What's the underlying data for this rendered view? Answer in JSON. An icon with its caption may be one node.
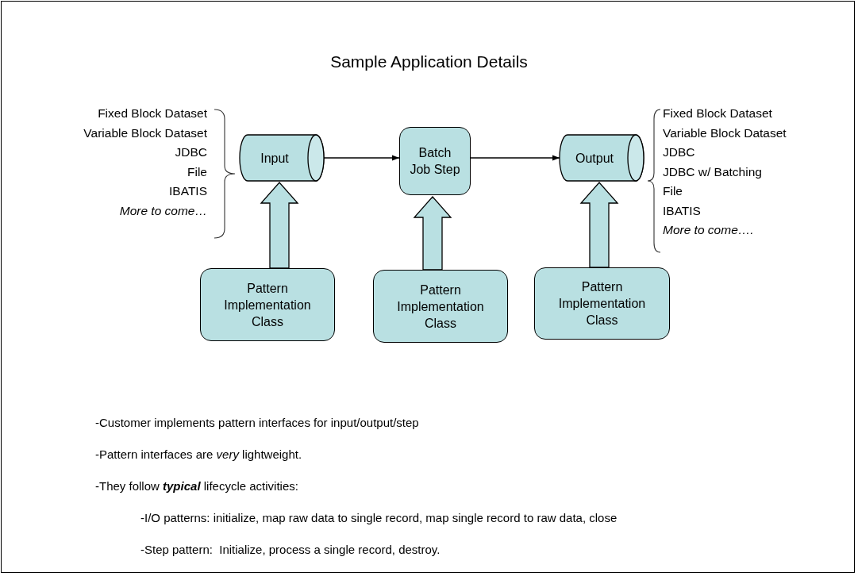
{
  "diagram": {
    "title": "Sample Application Details",
    "nodes": [
      {
        "text": [
          "Input"
        ],
        "beside": [
          "Fixed Block Dataset",
          "Variable Block Dataset",
          "JDBC",
          "File",
          "IBATIS",
          "More to come…"
        ]
      },
      {
        "text": [
          "Batch Job Step"
        ]
      },
      {
        "text": [
          "Output"
        ],
        "beside": [
          "Fixed Block Dataset",
          "Variable Block Dataset",
          "JDBC",
          "JDBC w/ Batching",
          "File",
          "IBATIS",
          "More to come…."
        ]
      },
      {
        "text": [
          "Pattern Implementation Class"
        ]
      },
      {
        "text": [
          "Pattern Implementation Class"
        ]
      },
      {
        "text": [
          "Pattern Implementation Class"
        ]
      }
    ],
    "edges": [
      {
        "from": 0,
        "to": 1,
        "arrow": "to"
      },
      {
        "from": 1,
        "to": 2,
        "arrow": "to"
      },
      {
        "from": 3,
        "to": 0,
        "arrow": "to",
        "style": "thick"
      },
      {
        "from": 4,
        "to": 1,
        "arrow": "to",
        "style": "thick"
      },
      {
        "from": 5,
        "to": 2,
        "arrow": "to",
        "style": "thick"
      }
    ],
    "labels": [
      "-Customer implements pattern interfaces for input/output/step",
      "-Pattern interfaces are *very* lightweight.",
      "-They follow **typical** lifecycle activities:",
      "-I/O patterns: initialize, map raw data to single record, map single record to raw data, close",
      "-Step pattern:  Initialize, process a single record, destroy."
    ]
  }
}
